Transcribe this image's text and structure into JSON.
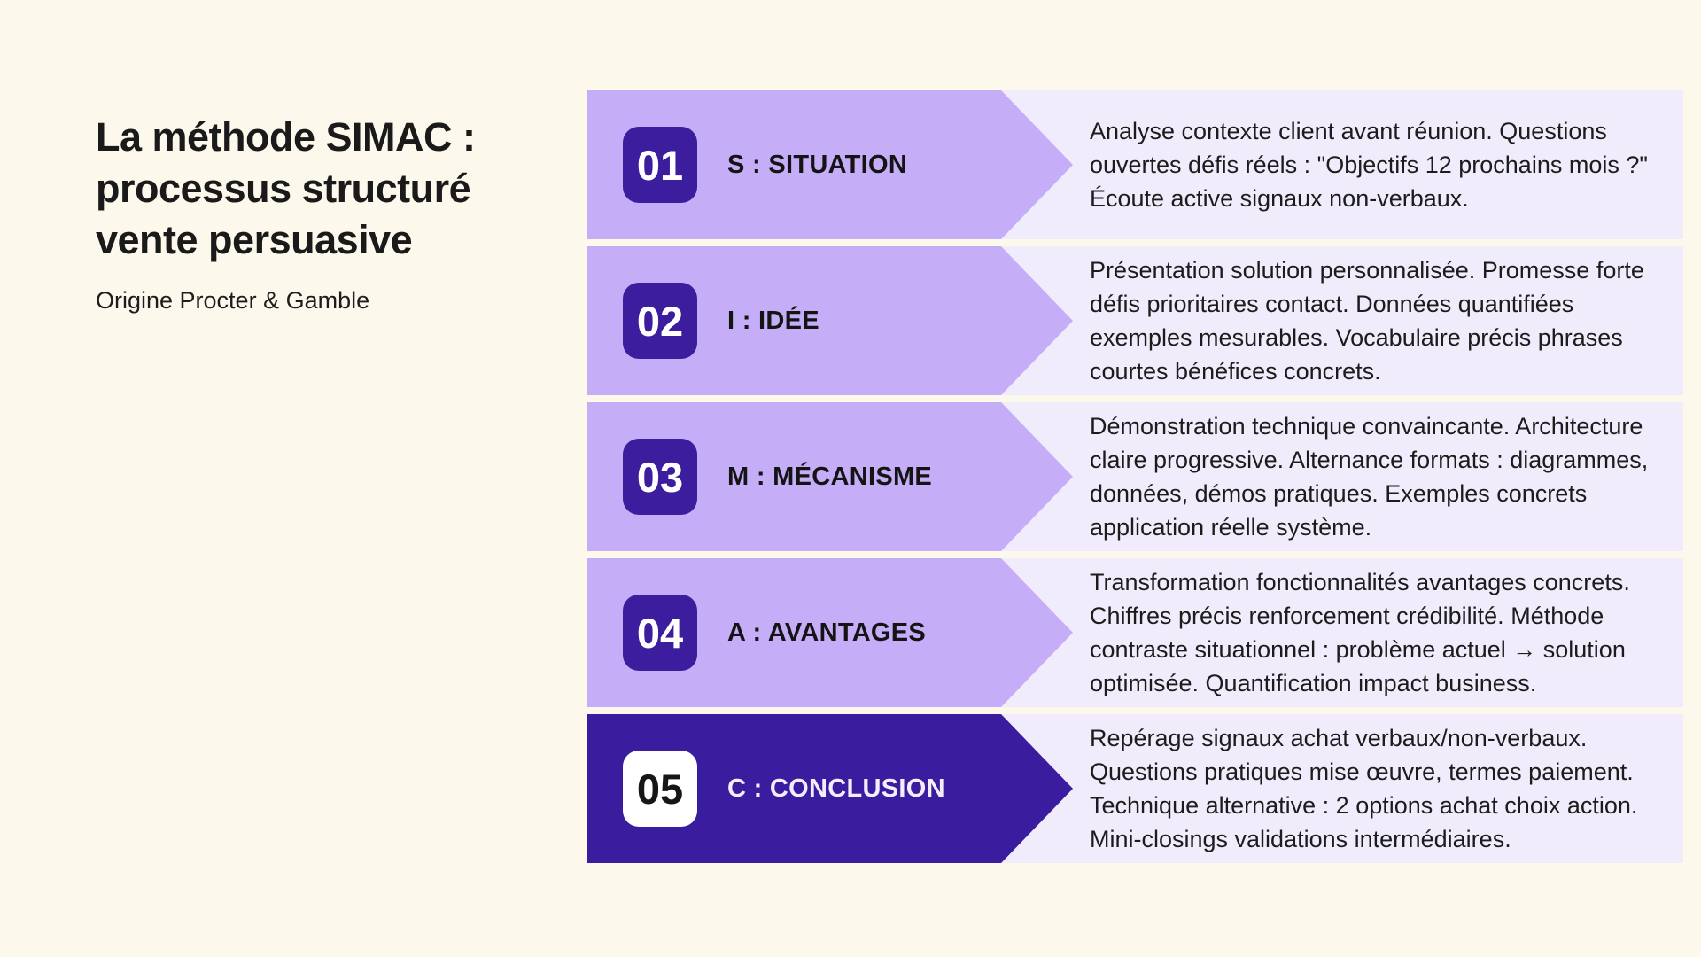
{
  "page": {
    "background_color": "#FCF8EB",
    "panel_color": "#F1ECFB",
    "banner_light_color": "#C5ADF7",
    "banner_dark_color": "#3A1C9E",
    "badge_dark_color": "#3B1D9E"
  },
  "intro": {
    "title_lines": {
      "0": "La méthode SIMAC :",
      "1": "processus structuré",
      "2": "vente persuasive"
    },
    "subtitle": "Origine Procter & Gamble"
  },
  "steps": [
    {
      "number": "01",
      "label": "S : SITUATION",
      "variant": "light",
      "description": "Analyse contexte client avant réunion. Questions ouvertes défis réels : \"Objectifs 12 prochains mois ?\" Écoute active signaux non-verbaux."
    },
    {
      "number": "02",
      "label": "I : IDÉE",
      "variant": "light",
      "description": "Présentation solution personnalisée. Promesse forte défis prioritaires contact. Données quantifiées exemples mesurables. Vocabulaire précis phrases courtes bénéfices concrets."
    },
    {
      "number": "03",
      "label": "M : MÉCANISME",
      "variant": "light",
      "description": "Démonstration technique convaincante. Architecture claire progressive. Alternance formats : diagrammes, données, démos pratiques. Exemples concrets application réelle système."
    },
    {
      "number": "04",
      "label": "A : AVANTAGES",
      "variant": "light",
      "description": "Transformation fonctionnalités avantages concrets. Chiffres précis renforcement crédibilité. Méthode contraste situationnel : problème actuel → solution optimisée. Quantification impact business."
    },
    {
      "number": "05",
      "label": "C : CONCLUSION",
      "variant": "dark",
      "description": "Repérage signaux achat verbaux/non-verbaux. Questions pratiques mise œuvre, termes paiement. Technique alternative : 2 options achat choix action. Mini-closings validations intermédiaires."
    }
  ]
}
